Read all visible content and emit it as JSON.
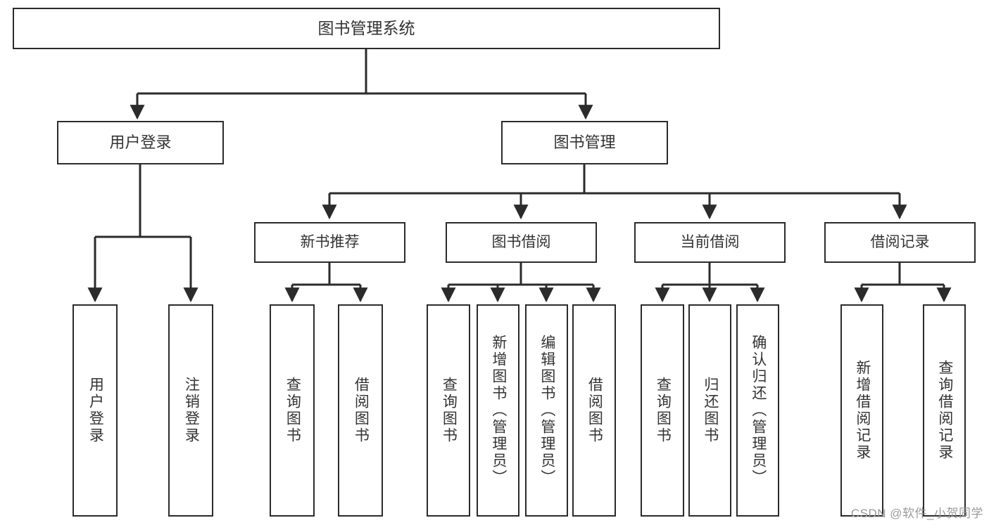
{
  "diagram": {
    "title": "图书管理系统",
    "type": "tree-hierarchy",
    "root": {
      "id": "root",
      "label": "图书管理系统"
    },
    "level1": [
      {
        "id": "user-login",
        "label": "用户登录"
      },
      {
        "id": "book-manage",
        "label": "图书管理"
      }
    ],
    "level2": [
      {
        "id": "new-book-recommend",
        "label": "新书推荐",
        "parent": "book-manage"
      },
      {
        "id": "book-borrow",
        "label": "图书借阅",
        "parent": "book-manage"
      },
      {
        "id": "current-borrow",
        "label": "当前借阅",
        "parent": "book-manage"
      },
      {
        "id": "borrow-record",
        "label": "借阅记录",
        "parent": "book-manage"
      }
    ],
    "leaves": [
      {
        "id": "leaf-user-login",
        "label": "用户登录",
        "parent": "user-login"
      },
      {
        "id": "leaf-logout-login",
        "label": "注销登录",
        "parent": "user-login"
      },
      {
        "id": "leaf-query-book-1",
        "label": "查询图书",
        "parent": "new-book-recommend"
      },
      {
        "id": "leaf-borrow-book-1",
        "label": "借阅图书",
        "parent": "new-book-recommend"
      },
      {
        "id": "leaf-query-book-2",
        "label": "查询图书",
        "parent": "book-borrow"
      },
      {
        "id": "leaf-add-book",
        "label": "新增图书（管理员）",
        "parent": "book-borrow"
      },
      {
        "id": "leaf-edit-book",
        "label": "编辑图书（管理员）",
        "parent": "book-borrow"
      },
      {
        "id": "leaf-borrow-book-2",
        "label": "借阅图书",
        "parent": "book-borrow"
      },
      {
        "id": "leaf-query-book-3",
        "label": "查询图书",
        "parent": "current-borrow"
      },
      {
        "id": "leaf-return-book",
        "label": "归还图书",
        "parent": "current-borrow"
      },
      {
        "id": "leaf-confirm-return",
        "label": "确认归还（管理员）",
        "parent": "current-borrow"
      },
      {
        "id": "leaf-add-record",
        "label": "新增借阅记录",
        "parent": "borrow-record"
      },
      {
        "id": "leaf-query-record",
        "label": "查询借阅记录",
        "parent": "borrow-record"
      }
    ]
  },
  "watermark": {
    "text": "CSDN @软件_小贺同学"
  },
  "colors": {
    "border": "#2b2b2b",
    "text": "#333333",
    "background": "#ffffff",
    "watermark": "#9a9a9a"
  }
}
